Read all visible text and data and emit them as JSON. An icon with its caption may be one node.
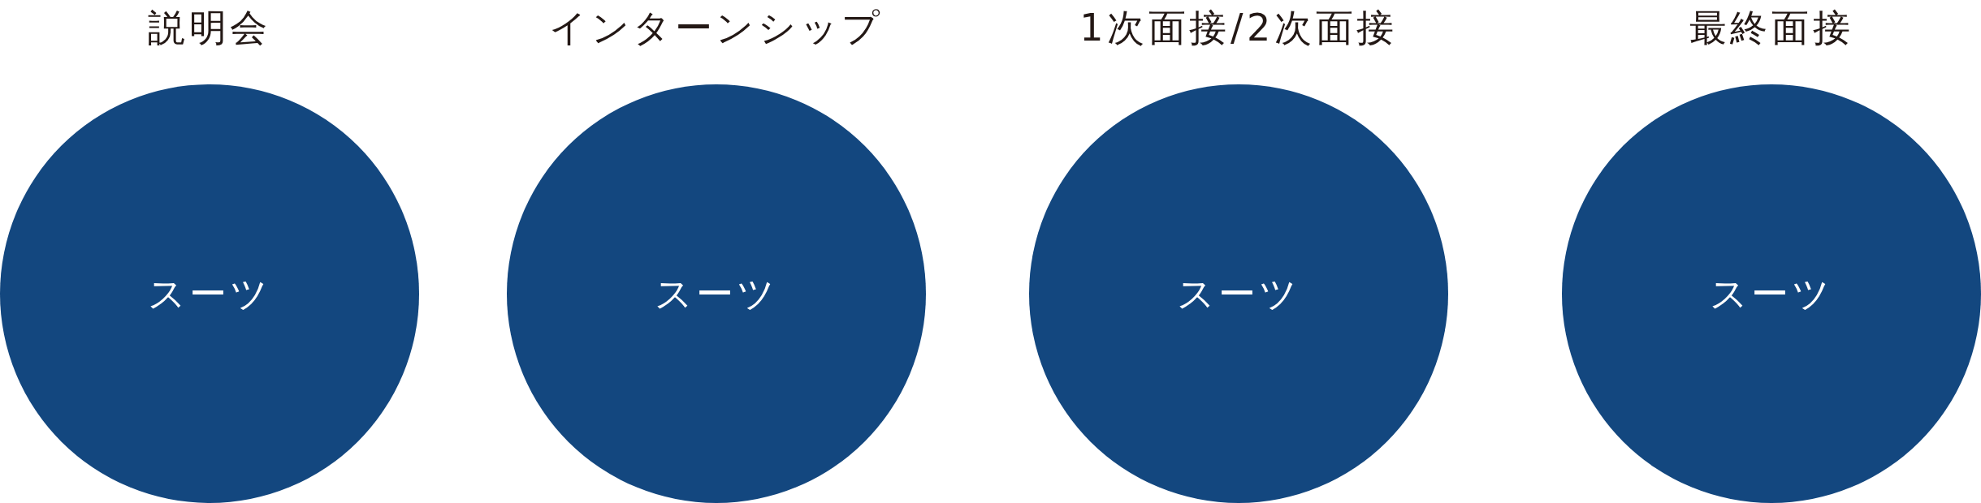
{
  "diagram": {
    "nodes": [
      {
        "text": [
          "説明会",
          "スーツ"
        ]
      },
      {
        "text": [
          "インターンシップ",
          "スーツ"
        ]
      },
      {
        "text": [
          "1次面接/2次面接",
          "スーツ"
        ]
      },
      {
        "text": [
          "最終面接",
          "スーツ"
        ]
      }
    ]
  }
}
